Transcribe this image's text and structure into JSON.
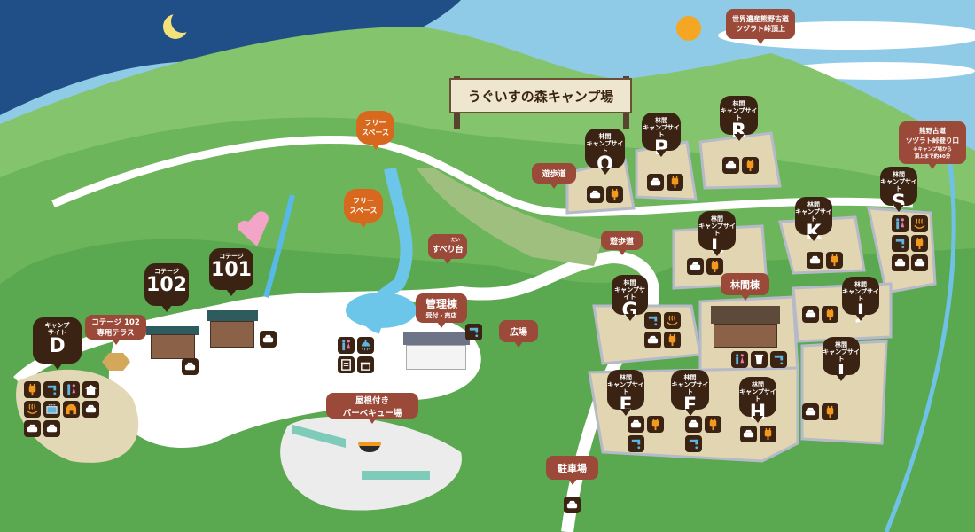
{
  "title": "うぐいすの森キャンプ場",
  "summit": "世界遺産熊野古道\nツヅラト峠頂上",
  "trailhead": {
    "title": "熊野古道\nツヅラト峠登り口",
    "note": "※キャンプ場から\n頂上まで約40分"
  },
  "sites": [
    {
      "subtitle": "キャンプ\nサイト",
      "letter": "D",
      "amenities": [
        "electricity",
        "water",
        "restroom",
        "shelter",
        "hot-spring",
        "sink",
        "hut",
        "car",
        "car",
        "car"
      ]
    },
    {
      "subtitle": "林間\nキャンプサイト",
      "letter": "O",
      "amenities": [
        "car",
        "electricity"
      ]
    },
    {
      "subtitle": "林間\nキャンプサイト",
      "letter": "P",
      "amenities": [
        "car",
        "electricity"
      ]
    },
    {
      "subtitle": "林間\nキャンプサイト",
      "letter": "R",
      "amenities": [
        "car",
        "electricity"
      ]
    },
    {
      "subtitle": "林間\nキャンプサイト",
      "letter": "K",
      "amenities": [
        "car",
        "electricity"
      ]
    },
    {
      "subtitle": "林間\nキャンプサイト",
      "letter": "S",
      "amenities": [
        "restroom",
        "hot-spring",
        "water",
        "electricity",
        "car",
        "car"
      ]
    },
    {
      "subtitle": "林間\nキャンプサイト",
      "letter": "L",
      "amenities": [
        "car",
        "electricity"
      ]
    },
    {
      "subtitle": "林間\nキャンプサイト",
      "letter": "J",
      "amenities": [
        "car",
        "electricity"
      ]
    },
    {
      "subtitle": "林間\nキャンプサイト",
      "letter": "G",
      "amenities": [
        "water",
        "hot-spring",
        "car",
        "electricity"
      ]
    },
    {
      "subtitle": "林間\nキャンプサイト",
      "letter": "I",
      "amenities": [
        "car",
        "electricity"
      ]
    },
    {
      "subtitle": "林間\nキャンプサイト",
      "letter": "E",
      "amenities": [
        "car",
        "electricity",
        "water"
      ]
    },
    {
      "subtitle": "林間\nキャンプサイト",
      "letter": "F",
      "amenities": [
        "car",
        "electricity",
        "water"
      ]
    },
    {
      "subtitle": "林間\nキャンプサイト",
      "letter": "H",
      "amenities": [
        "car",
        "electricity"
      ]
    }
  ],
  "cottages": [
    {
      "subtitle": "コテージ",
      "number": "102",
      "amenities": [
        "car"
      ]
    },
    {
      "subtitle": "コテージ",
      "number": "101",
      "amenities": [
        "car"
      ]
    }
  ],
  "terrace": "コテージ 102\n専用テラス",
  "free_space": "フリー\nスペース",
  "slide": {
    "label": "すべり台",
    "ruby": "だい"
  },
  "admin": {
    "title": "管理棟",
    "sub": "受付・売店",
    "amenities": [
      "restroom",
      "shower",
      "vending",
      "shop"
    ],
    "tap": [
      "water"
    ]
  },
  "plaza": "広場",
  "walkway": "遊歩道",
  "forest_hall": {
    "label": "林間棟",
    "amenities": [
      "restroom",
      "trash",
      "water"
    ]
  },
  "bbq": "屋根付き\nバーベキュー場",
  "parking": {
    "label": "駐車場",
    "amenities": [
      "car"
    ]
  },
  "colors": {
    "pin": "#3b2314",
    "label": "#9b4a3a",
    "free": "#d9681f",
    "electric": "#f39a1e",
    "water": "#5fb4e0"
  }
}
